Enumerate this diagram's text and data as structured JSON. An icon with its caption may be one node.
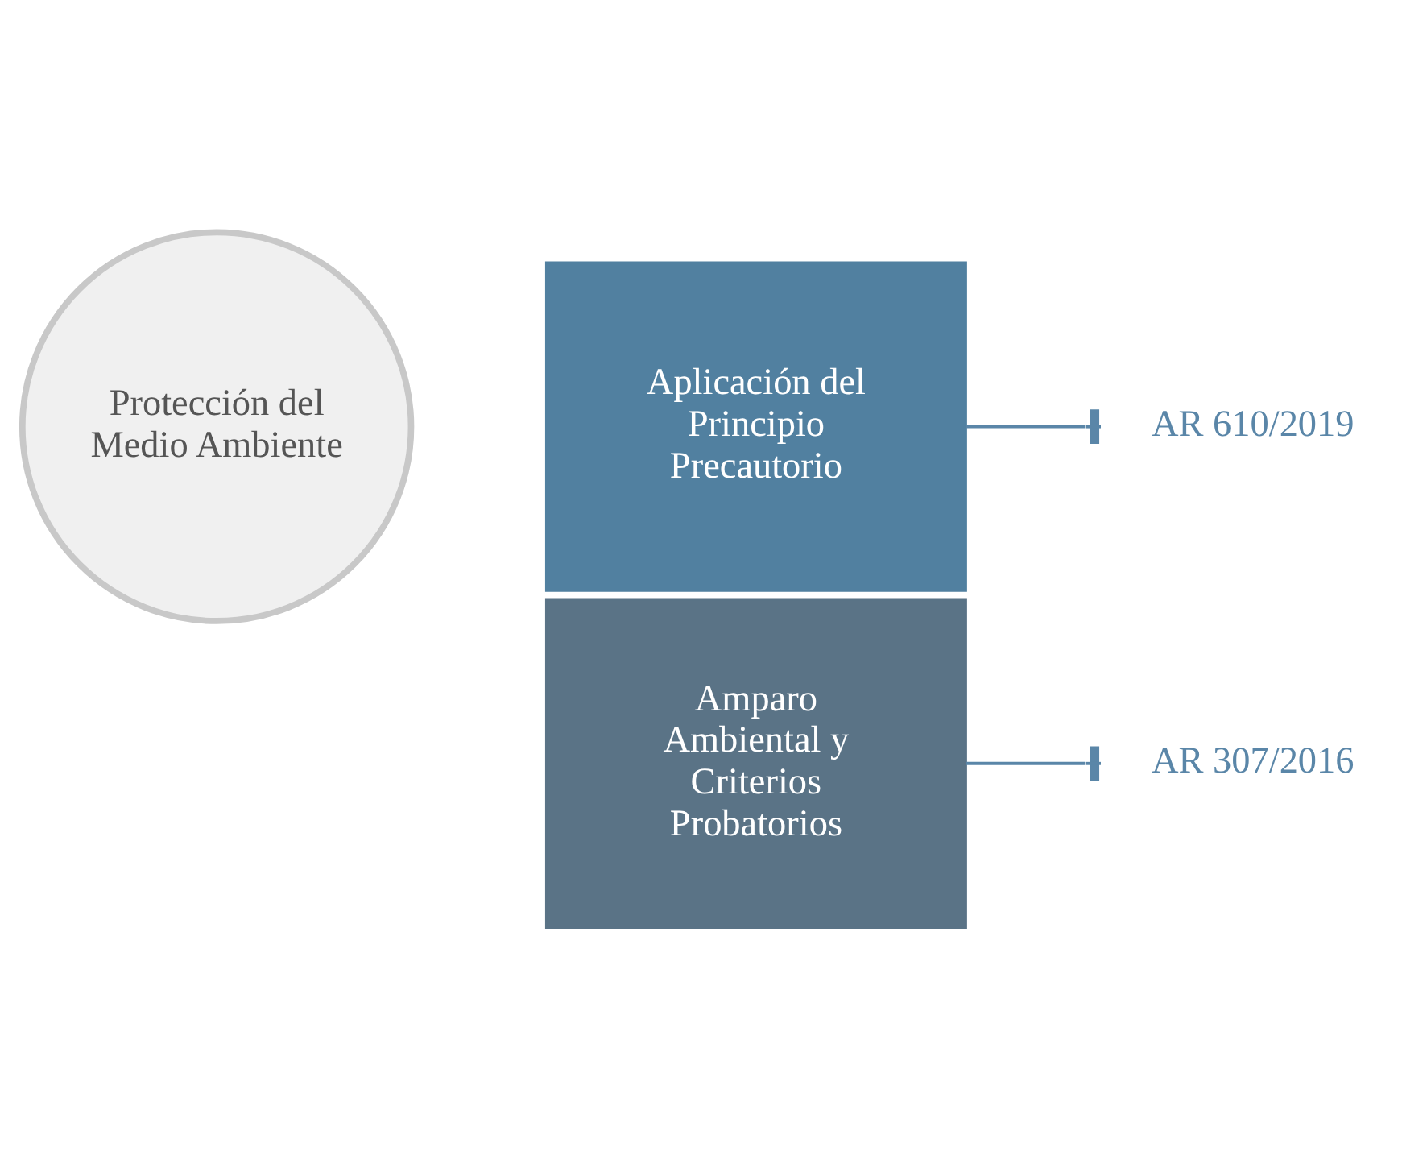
{
  "diagram": {
    "nodes": [
      {
        "text": [
          "Protección del Medio Ambiente"
        ]
      },
      {
        "text": [
          "Aplicación del Principio Precautorio"
        ]
      },
      {
        "text": [
          "Amparo Ambiental y Criterios Probatorios"
        ]
      },
      {
        "text": [
          "AR 610/2019"
        ]
      },
      {
        "text": [
          "AR 307/2016"
        ]
      }
    ],
    "edges": [
      {
        "from": 1,
        "to": 3,
        "arrow": "other"
      },
      {
        "from": 2,
        "to": 4,
        "arrow": "other"
      }
    ]
  }
}
